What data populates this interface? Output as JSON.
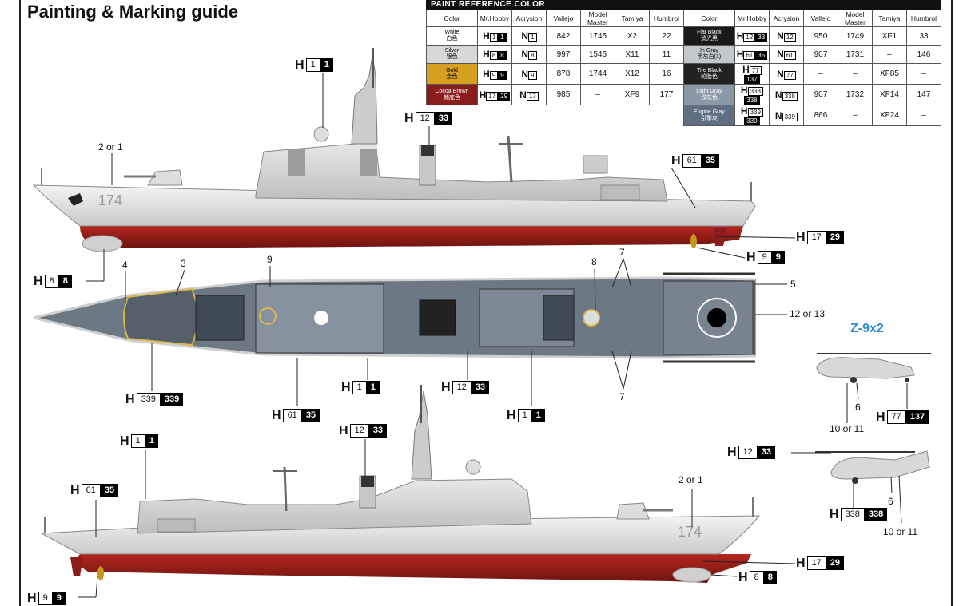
{
  "title": "Painting & Marking guide",
  "ref_table": {
    "title": "PAINT  REFERENCE COLOR",
    "headers": [
      "Color",
      "Mr.Hobby",
      "Acrysion",
      "Vallejo",
      "Model Master",
      "Tamiya",
      "Humbrol"
    ],
    "left_rows": [
      {
        "name": "White",
        "cn": "白色",
        "swatch": "#ffffff",
        "h": [
          "1",
          "1"
        ],
        "n": "1",
        "vallejo": "842",
        "mm": "1745",
        "tamiya": "X2",
        "humbrol": "22"
      },
      {
        "name": "Silver",
        "cn": "银色",
        "swatch": "#d6d8da",
        "h": [
          "8",
          "8"
        ],
        "n": "8",
        "vallejo": "997",
        "mm": "1546",
        "tamiya": "X11",
        "humbrol": "11"
      },
      {
        "name": "Gold",
        "cn": "金色",
        "swatch": "#d6a020",
        "h": [
          "9",
          "9"
        ],
        "n": "9",
        "vallejo": "878",
        "mm": "1744",
        "tamiya": "X12",
        "humbrol": "16"
      },
      {
        "name": "Cocoa Brown",
        "cn": "赭底色",
        "swatch": "#8a1c1c",
        "h": [
          "17",
          "29"
        ],
        "n": "17",
        "vallejo": "985",
        "mm": "–",
        "tamiya": "XF9",
        "humbrol": "177"
      }
    ],
    "right_rows": [
      {
        "name": "Flat Black",
        "cn": "消光黑",
        "swatch": "#1a1a1a",
        "h": [
          "12",
          "33"
        ],
        "n": "12",
        "vallejo": "950",
        "mm": "1749",
        "tamiya": "XF1",
        "humbrol": "33"
      },
      {
        "name": "In Gray",
        "cn": "明灰白(1)",
        "swatch": "#c4c8cc",
        "h": [
          "61",
          "35"
        ],
        "n": "61",
        "vallejo": "907",
        "mm": "1731",
        "tamiya": "–",
        "humbrol": "146"
      },
      {
        "name": "Tire Black",
        "cn": "轮胎色",
        "swatch": "#222222",
        "h": [
          "77",
          "137"
        ],
        "n": "77",
        "vallejo": "–",
        "mm": "–",
        "tamiya": "XF85",
        "humbrol": "–"
      },
      {
        "name": "Light Gray",
        "cn": "浅灰色",
        "swatch": "#8a98a8",
        "h": [
          "338",
          "338"
        ],
        "n": "338",
        "vallejo": "907",
        "mm": "1732",
        "tamiya": "XF14",
        "humbrol": "147"
      },
      {
        "name": "Engine Gray",
        "cn": "引擎灰",
        "swatch": "#5e6f82",
        "h": [
          "339",
          "339"
        ],
        "n": "339",
        "vallejo": "866",
        "mm": "–",
        "tamiya": "XF24",
        "humbrol": "–"
      }
    ]
  },
  "hull_number": "174",
  "heli_label": "Z-9x2",
  "side_top_tags": [
    {
      "a": "1",
      "b": "1"
    },
    {
      "a": "12",
      "b": "33"
    },
    {
      "a": "61",
      "b": "35"
    },
    {
      "a": "17",
      "b": "29"
    },
    {
      "a": "9",
      "b": "9"
    },
    {
      "a": "8",
      "b": "8"
    }
  ],
  "plan_tags": [
    {
      "a": "339",
      "b": "339"
    },
    {
      "a": "1",
      "b": "1"
    },
    {
      "a": "12",
      "b": "33"
    },
    {
      "a": "61",
      "b": "35"
    },
    {
      "a": "1",
      "b": "1"
    }
  ],
  "side_bottom_tags": [
    {
      "a": "1",
      "b": "1"
    },
    {
      "a": "61",
      "b": "35"
    },
    {
      "a": "12",
      "b": "33"
    },
    {
      "a": "17",
      "b": "29"
    },
    {
      "a": "8",
      "b": "8"
    },
    {
      "a": "9",
      "b": "9"
    }
  ],
  "heli_tags": [
    {
      "a": "77",
      "b": "137"
    },
    {
      "a": "12",
      "b": "33"
    },
    {
      "a": "338",
      "b": "338"
    }
  ],
  "callouts": {
    "two_or_one": "2 or 1",
    "n3": "3",
    "n4": "4",
    "n5": "5",
    "n7": "7",
    "n8": "8",
    "n9": "9",
    "twelve_or_13": "12 or 13",
    "n6": "6",
    "ten_or_11": "10 or 11"
  },
  "h_letter": "H",
  "n_letter": "N"
}
